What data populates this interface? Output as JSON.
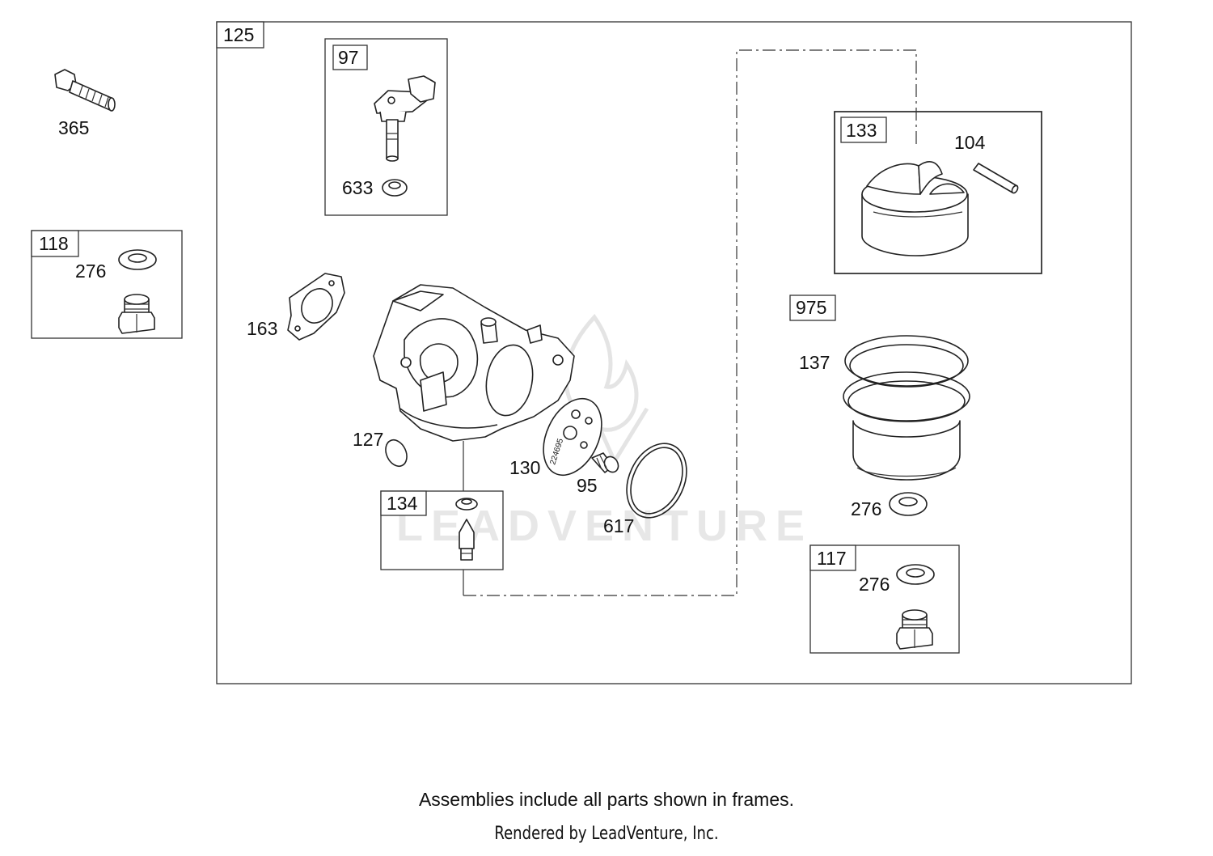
{
  "diagram": {
    "watermark": "LEADVENTURE",
    "callouts": {
      "c365": "365",
      "c118": "118",
      "c276a": "276",
      "c125": "125",
      "c97": "97",
      "c633": "633",
      "c163": "163",
      "c127": "127",
      "c130": "130",
      "c95": "95",
      "c617": "617",
      "c134": "134",
      "c133": "133",
      "c104": "104",
      "c975": "975",
      "c137": "137",
      "c276b": "276",
      "c117": "117",
      "c276c": "276"
    },
    "plate_marking": "224695"
  },
  "footer": {
    "note": "Assemblies include all parts shown in frames.",
    "credit": "Rendered by LeadVenture, Inc."
  }
}
